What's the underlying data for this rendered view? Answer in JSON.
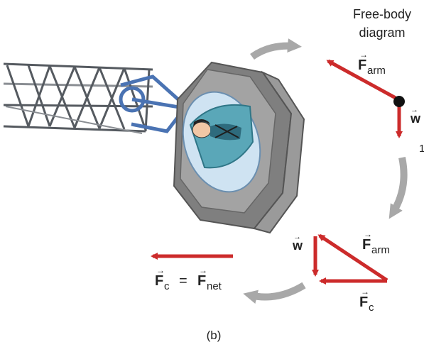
{
  "title_line1": "Free-body",
  "title_line2": "diagram",
  "force_symbol": "F",
  "arm_subscript": "arm",
  "weight_symbol": "w",
  "c_subscript": "c",
  "net_subscript": "net",
  "equals_sign": "=",
  "stray_digit": "1",
  "caption": "(b)",
  "colors": {
    "force_arrow": "#cc2b2b",
    "cycle_arrow": "#a8a8a8",
    "truss": "#555a60",
    "coupling": "#4a73b3",
    "capsule_body": "#8c8c8c",
    "capsule_window": "#cfe3f2",
    "seat": "#5aa7b8"
  },
  "icons": [
    "centrifuge-truss-arm",
    "rotating-capsule",
    "astronaut-figure",
    "point-mass-dot"
  ]
}
